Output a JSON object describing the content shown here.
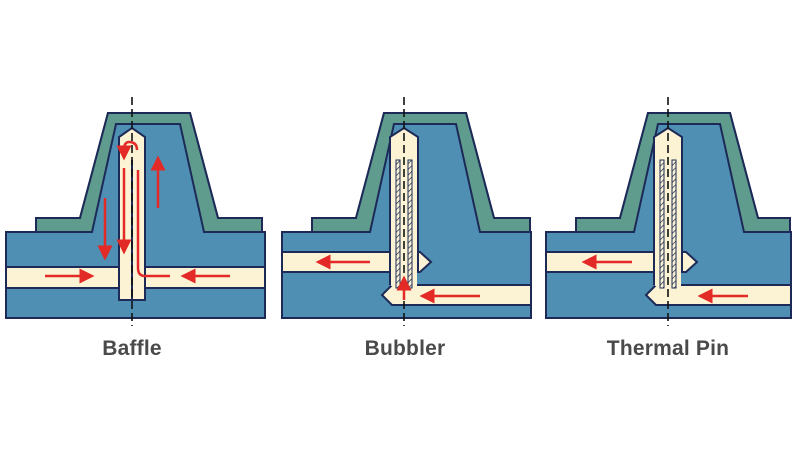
{
  "colors": {
    "mold": "#4e8fb3",
    "part": "#5f9c8e",
    "outline": "#1d2a57",
    "channel": "#fbf3d4",
    "arrow": "#e32a26",
    "caption": "#4a4a4a",
    "background": "#ffffff"
  },
  "panels": [
    {
      "id": "baffle",
      "label": "Baffle"
    },
    {
      "id": "bubbler",
      "label": "Bubbler"
    },
    {
      "id": "thermal-pin",
      "label": "Thermal Pin"
    }
  ]
}
